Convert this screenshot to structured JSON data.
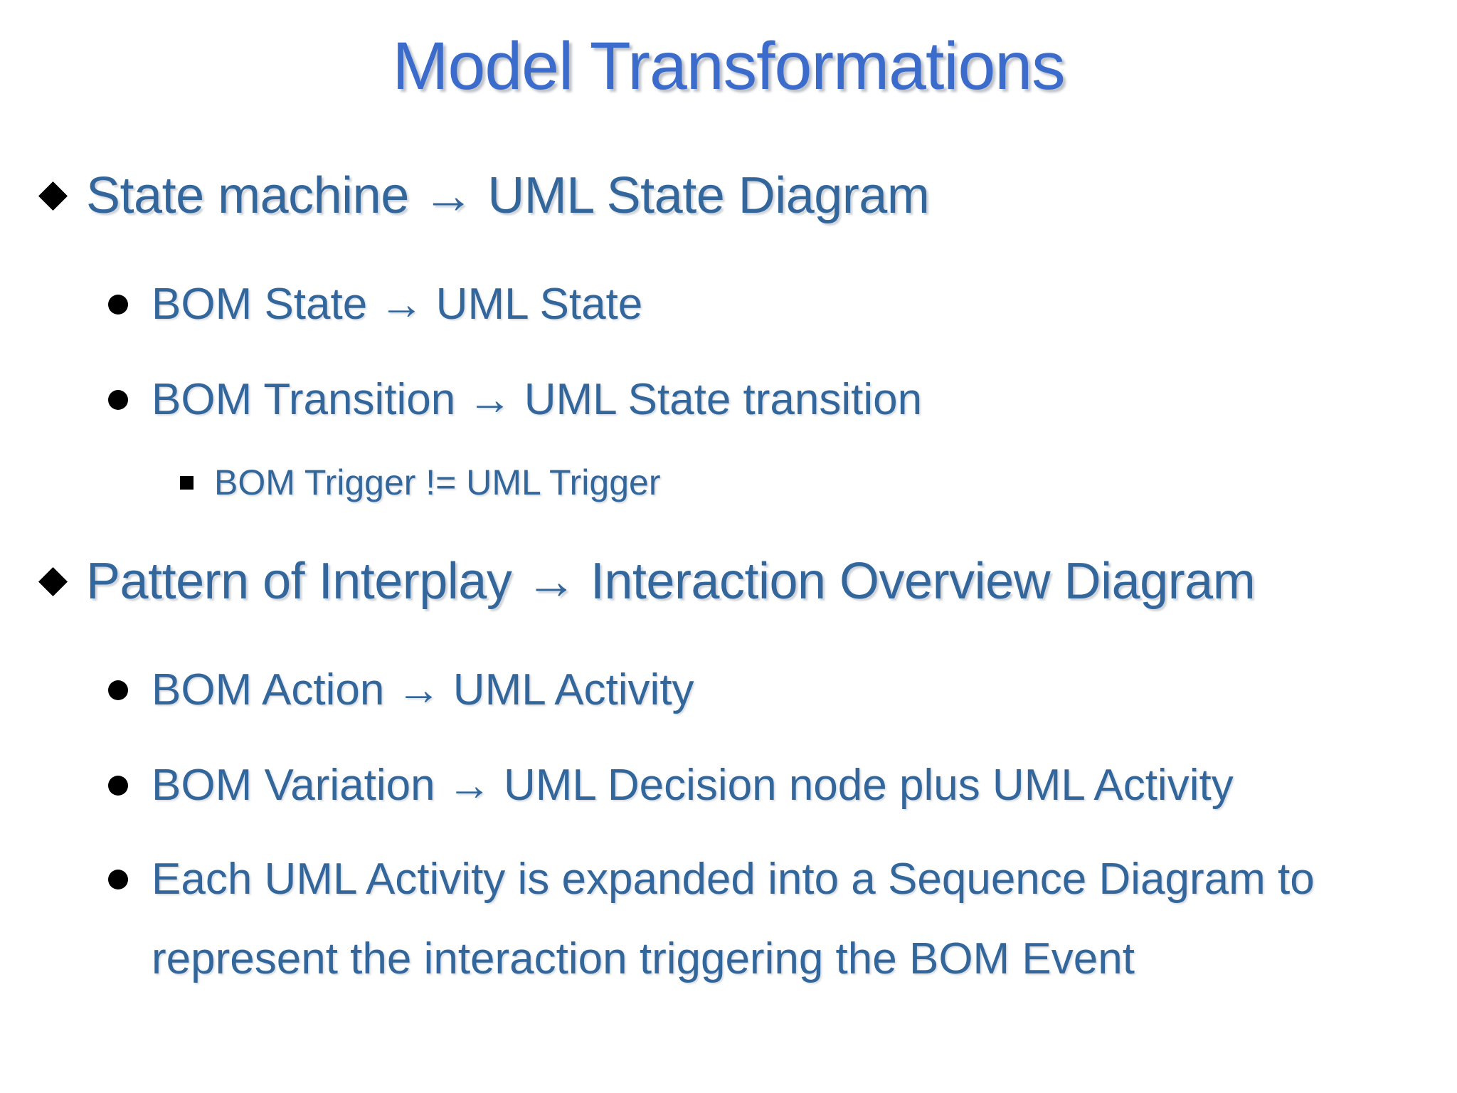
{
  "slide": {
    "title": "Model Transformations",
    "bullets": [
      {
        "level": 1,
        "marker": "diamond",
        "text": "State machine → UML State Diagram"
      },
      {
        "level": 2,
        "marker": "circle",
        "text": "BOM State → UML State"
      },
      {
        "level": 2,
        "marker": "circle",
        "text": "BOM Transition → UML State transition"
      },
      {
        "level": 3,
        "marker": "square",
        "text": "BOM Trigger != UML Trigger"
      },
      {
        "level": 1,
        "marker": "diamond",
        "text": "Pattern of Interplay → Interaction Overview Diagram"
      },
      {
        "level": 2,
        "marker": "circle",
        "text": "BOM Action → UML Activity"
      },
      {
        "level": 2,
        "marker": "circle",
        "text": "BOM Variation → UML Decision node plus UML Activity"
      },
      {
        "level": 2,
        "marker": "circle",
        "text": "Each UML Activity is expanded into a Sequence Diagram to\nrepresent the interaction triggering the BOM Event"
      }
    ],
    "colors": {
      "background": "#FFFFFF",
      "title_text": "#3B6CCB",
      "body_text": "#33679C",
      "bullet_marker": "#000000"
    }
  }
}
